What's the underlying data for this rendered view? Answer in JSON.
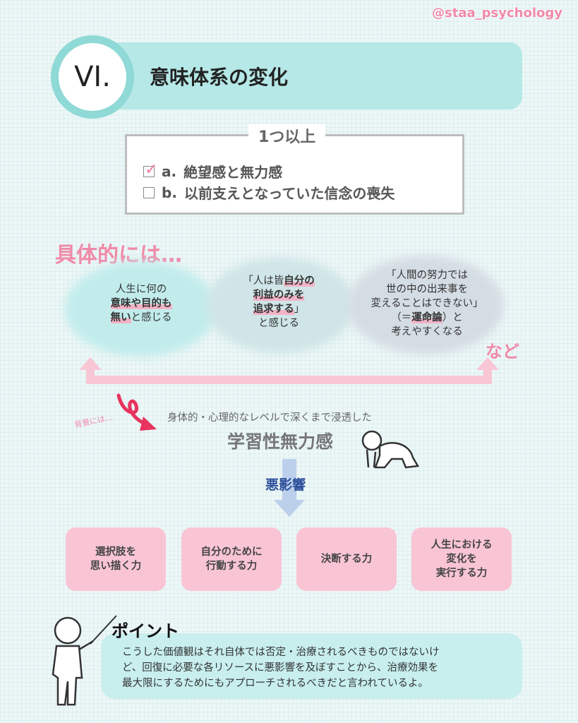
{
  "handle": "@staa_psychology",
  "header": {
    "number": "VI.",
    "title": "意味体系の変化"
  },
  "criteria": {
    "label": "1つ以上",
    "items": [
      {
        "marker": "a.",
        "text": "絶望感と無力感",
        "checked": true
      },
      {
        "marker": "b.",
        "text": "以前支えとなっていた信念の喪失",
        "checked": false
      }
    ]
  },
  "examples": {
    "heading": "具体的には…",
    "etc": "など",
    "e1": {
      "l1": "人生に何の",
      "l2": "意味や目的も",
      "l3a": "無い",
      "l3b": "と感じる"
    },
    "e2": {
      "l1a": "「人は皆",
      "l1b": "自分の",
      "l2": "利益のみを",
      "l3a": "追求する",
      "l3b": "」",
      "l4": "と感じる"
    },
    "e3": {
      "l1": "「人間の努力では",
      "l2": "世の中の出来事を",
      "l3": "変えることはできない」",
      "l4a": "（＝",
      "l4b": "運命論",
      "l4c": "）と",
      "l5": "考えやすくなる"
    }
  },
  "background": {
    "label": "背景には…",
    "desc": "身体的・心理的なレベルで深くまで浸透した",
    "term": "学習性無力感",
    "effect": "悪影響"
  },
  "impacts": [
    {
      "l1": "選択肢を",
      "l2": "思い描く力"
    },
    {
      "l1": "自分のために",
      "l2": "行動する力"
    },
    {
      "l1": "決断する力",
      "l2": ""
    },
    {
      "l1": "人生における",
      "l2": "変化を",
      "l3": "実行する力"
    }
  ],
  "point": {
    "heading": "ポイント",
    "lines": [
      "こうした価値観はそれ自体では否定・治療されるべきものではないけ",
      "ど、回復に必要な各リソースに悪影響を及ぼすことから、治療効果を",
      "最大限にするためにもアプローチされるべきだと言われているよ。"
    ]
  },
  "colors": {
    "teal": "#b5e8e6",
    "pink": "#f08aa8",
    "blue": "#2d4f9b"
  }
}
